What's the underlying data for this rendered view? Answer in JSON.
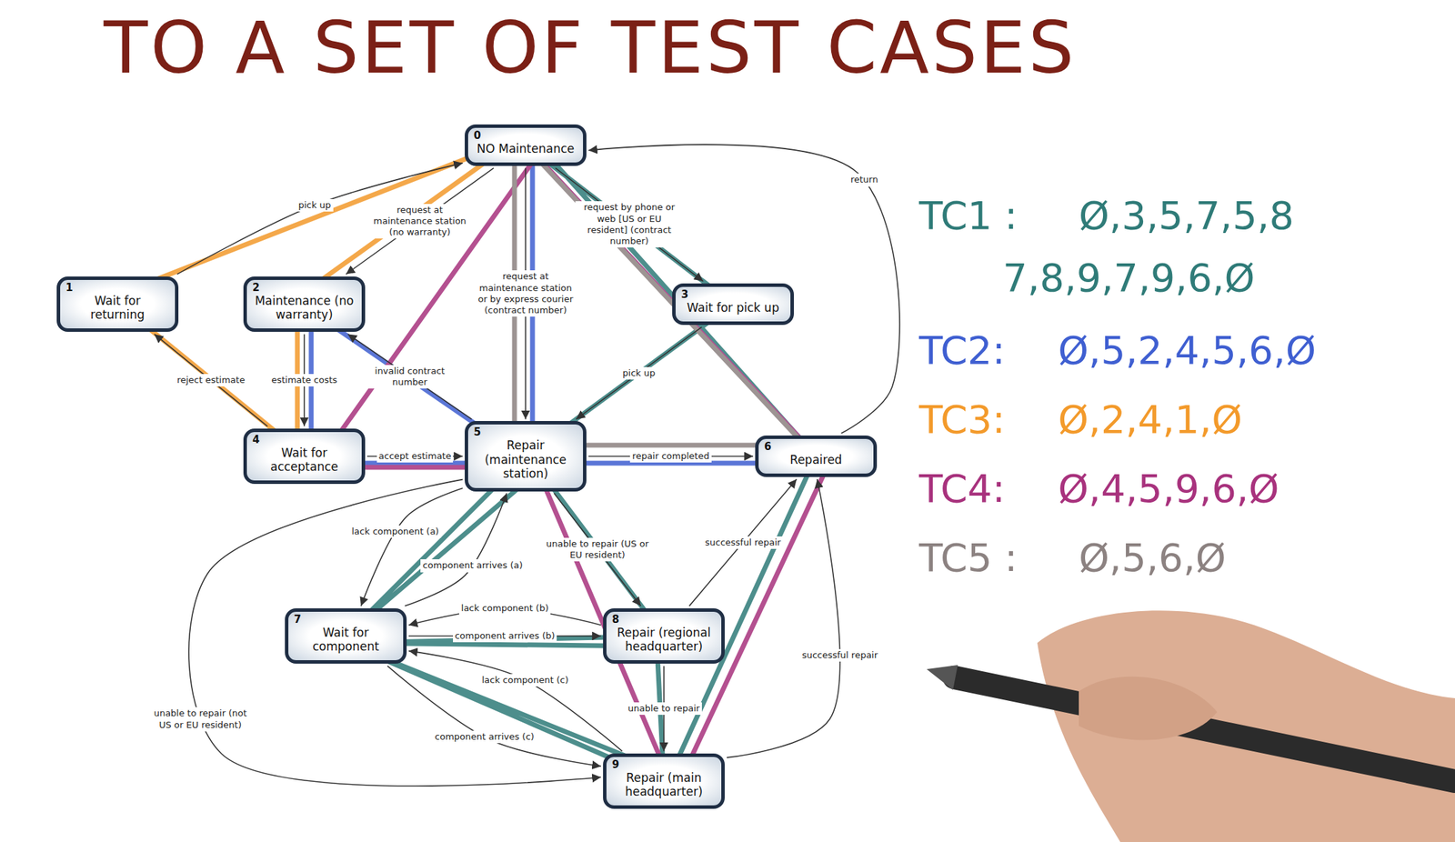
{
  "diagram": {
    "title": "TO A SET OF TEST CASES",
    "nodes": [
      {
        "text": [
          "0",
          "NO Maintenance"
        ]
      },
      {
        "text": [
          "1",
          "Wait for returning"
        ]
      },
      {
        "text": [
          "2",
          "Maintenance (no warranty)"
        ]
      },
      {
        "text": [
          "3",
          "Wait for pick up"
        ]
      },
      {
        "text": [
          "4",
          "Wait for acceptance"
        ]
      },
      {
        "text": [
          "5",
          "Repair (maintenance station)"
        ]
      },
      {
        "text": [
          "6",
          "Repaired"
        ]
      },
      {
        "text": [
          "7",
          "Wait for component"
        ]
      },
      {
        "text": [
          "8",
          "Repair (regional headquarter)"
        ]
      },
      {
        "text": [
          "9",
          "Repair (main headquarter)"
        ]
      }
    ],
    "edges": [
      {
        "from": 1,
        "to": 0,
        "arrow": "to",
        "label": "pick up"
      },
      {
        "from": 0,
        "to": 2,
        "arrow": "to",
        "label": "request at maintenance station (no warranty)"
      },
      {
        "from": 0,
        "to": 3,
        "arrow": "to",
        "label": "request by phone or web [US or EU resident] (contract number)"
      },
      {
        "from": 0,
        "to": 5,
        "arrow": "to",
        "label": "request at maintenance station or by express courier (contract number)"
      },
      {
        "from": 2,
        "to": 4,
        "arrow": "to",
        "label": "estimate costs"
      },
      {
        "from": 4,
        "to": 1,
        "arrow": "to",
        "label": "reject estimate"
      },
      {
        "from": 4,
        "to": 5,
        "arrow": "to",
        "label": "accept estimate"
      },
      {
        "from": 3,
        "to": 5,
        "arrow": "to",
        "label": "pick up"
      },
      {
        "from": 5,
        "to": 2,
        "arrow": "to",
        "label": "invalid contract number"
      },
      {
        "from": 5,
        "to": 6,
        "arrow": "to",
        "label": "repair completed"
      },
      {
        "from": 6,
        "to": 0,
        "arrow": "to",
        "label": "return"
      },
      {
        "from": 5,
        "to": 7,
        "arrow": "to",
        "label": "lack component (a)"
      },
      {
        "from": 7,
        "to": 5,
        "arrow": "to",
        "label": "component arrives (a)"
      },
      {
        "from": 5,
        "to": 8,
        "arrow": "to",
        "label": "unable to repair (US or EU resident)"
      },
      {
        "from": 5,
        "to": 9,
        "arrow": "to",
        "label": "unable to repair (not US or EU resident)"
      },
      {
        "from": 8,
        "to": 7,
        "arrow": "to",
        "label": "lack component (b)"
      },
      {
        "from": 7,
        "to": 8,
        "arrow": "to",
        "label": "component arrives (b)"
      },
      {
        "from": 8,
        "to": 9,
        "arrow": "to",
        "label": "unable to repair"
      },
      {
        "from": 9,
        "to": 7,
        "arrow": "to",
        "label": "lack component (c)"
      },
      {
        "from": 7,
        "to": 9,
        "arrow": "to",
        "label": "component arrives (c)"
      },
      {
        "from": 8,
        "to": 6,
        "arrow": "to",
        "label": "successful repair"
      },
      {
        "from": 9,
        "to": 6,
        "arrow": "to",
        "label": "successful repair"
      }
    ],
    "labels": [
      "TC1 :",
      "Ø,3,5,7,5,8",
      "7,8,9,7,9,6,Ø",
      "TC2:",
      "Ø,5,2,4,5,6,Ø",
      "TC3:",
      "Ø,2,4,1,Ø",
      "TC4:",
      "Ø,4,5,9,6,Ø",
      "TC5 :",
      "Ø,5,6,Ø"
    ]
  }
}
